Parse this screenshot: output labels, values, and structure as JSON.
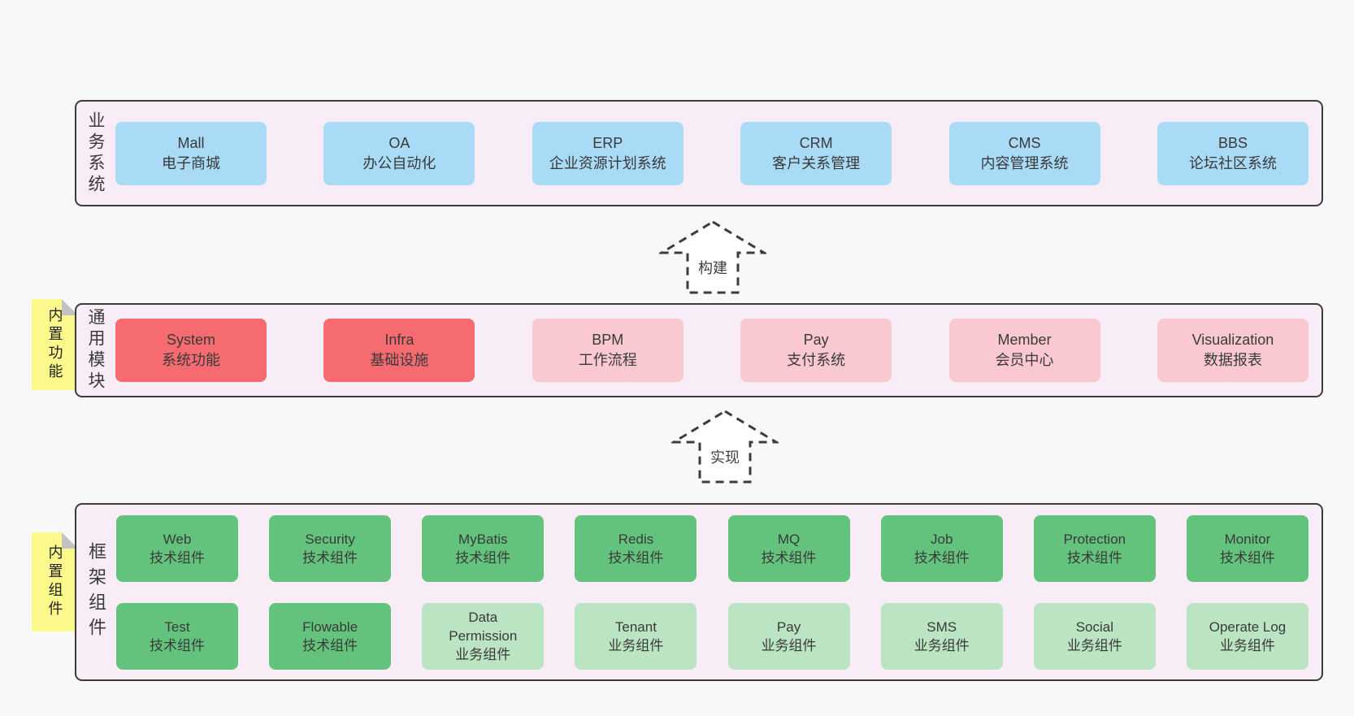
{
  "diagram": {
    "arrows": [
      {
        "label": "构建"
      },
      {
        "label": "实现"
      }
    ],
    "layers": [
      {
        "label": "业务系统",
        "boxes": [
          {
            "name": "Mall",
            "subtitle": "电子商城"
          },
          {
            "name": "OA",
            "subtitle": "办公自动化"
          },
          {
            "name": "ERP",
            "subtitle": "企业资源计划系统"
          },
          {
            "name": "CRM",
            "subtitle": "客户关系管理"
          },
          {
            "name": "CMS",
            "subtitle": "内容管理系统"
          },
          {
            "name": "BBS",
            "subtitle": "论坛社区系统"
          }
        ]
      },
      {
        "label": "通用模块",
        "sticky": "内置功能",
        "boxes": [
          {
            "name": "System",
            "subtitle": "系统功能"
          },
          {
            "name": "Infra",
            "subtitle": "基础设施"
          },
          {
            "name": "BPM",
            "subtitle": "工作流程"
          },
          {
            "name": "Pay",
            "subtitle": "支付系统"
          },
          {
            "name": "Member",
            "subtitle": "会员中心"
          },
          {
            "name": "Visualization",
            "subtitle": "数据报表"
          }
        ]
      },
      {
        "label": "框架组件",
        "sticky": "内置组件",
        "rows": [
          [
            {
              "name": "Web",
              "subtitle": "技术组件"
            },
            {
              "name": "Security",
              "subtitle": "技术组件"
            },
            {
              "name": "MyBatis",
              "subtitle": "技术组件"
            },
            {
              "name": "Redis",
              "subtitle": "技术组件"
            },
            {
              "name": "MQ",
              "subtitle": "技术组件"
            },
            {
              "name": "Job",
              "subtitle": "技术组件"
            },
            {
              "name": "Protection",
              "subtitle": "技术组件"
            },
            {
              "name": "Monitor",
              "subtitle": "技术组件"
            }
          ],
          [
            {
              "name": "Test",
              "subtitle": "技术组件"
            },
            {
              "name": "Flowable",
              "subtitle": "技术组件"
            },
            {
              "name": "Data Permission",
              "subtitle": "业务组件"
            },
            {
              "name": "Tenant",
              "subtitle": "业务组件"
            },
            {
              "name": "Pay",
              "subtitle": "业务组件"
            },
            {
              "name": "SMS",
              "subtitle": "业务组件"
            },
            {
              "name": "Social",
              "subtitle": "业务组件"
            },
            {
              "name": "Operate Log",
              "subtitle": "业务组件"
            }
          ]
        ]
      }
    ]
  },
  "colors": {
    "page_bg": "#f8f8f8",
    "layer_bg": "#f8edf6",
    "layer_border": "#3c3c3c",
    "text": "#3a3a3a",
    "box_blue": "#a9dbf6",
    "box_red": "#f56b6f",
    "box_pink": "#f9c8d0",
    "box_green": "#63c37d",
    "box_light_green": "#bbe4c2",
    "sticky_yellow": "#fbf98c",
    "sticky_fold": "#c2c2c2"
  }
}
